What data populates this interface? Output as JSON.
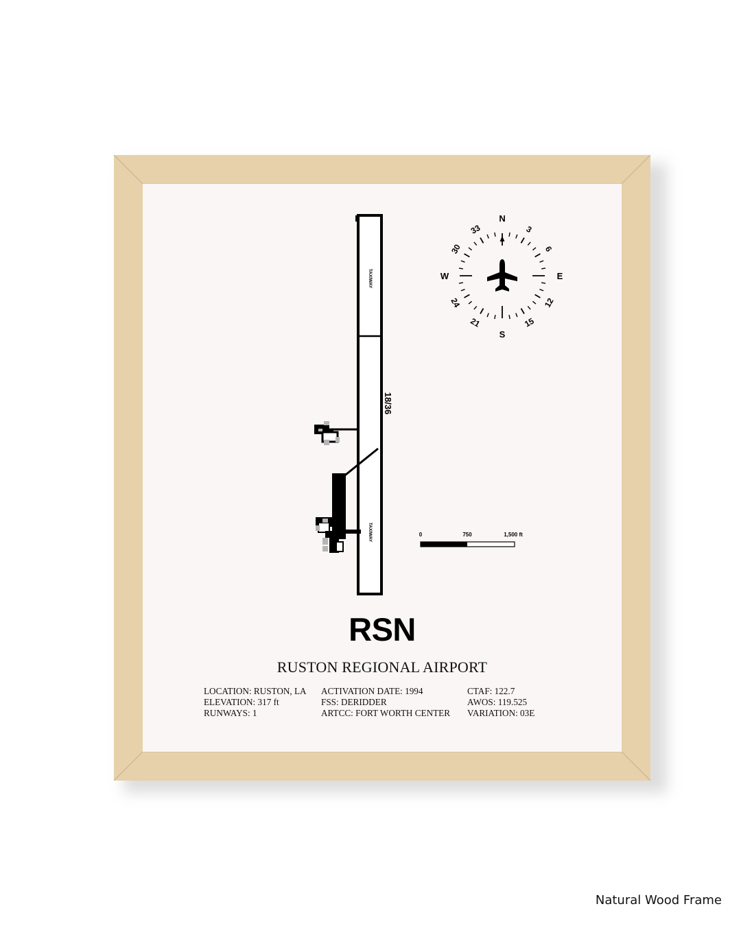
{
  "airport": {
    "code": "RSN",
    "name": "RUSTON REGIONAL AIRPORT",
    "runway_label": "18/36",
    "taxiway_label": "TAXIWAY"
  },
  "info": {
    "col1": [
      "LOCATION: RUSTON, LA",
      "ELEVATION: 317 ft",
      "RUNWAYS: 1"
    ],
    "col2": [
      "ACTIVATION DATE: 1994",
      "FSS: DERIDDER",
      "ARTCC: FORT WORTH CENTER"
    ],
    "col3": [
      "CTAF: 122.7",
      "AWOS: 119.525",
      "VARIATION: 03E"
    ]
  },
  "compass": {
    "n": "N",
    "e": "E",
    "s": "S",
    "w": "W",
    "d3": "3",
    "d6": "6",
    "d12": "12",
    "d15": "15",
    "d21": "21",
    "d24": "24",
    "d30": "30",
    "d33": "33"
  },
  "scale": {
    "zero": "0",
    "mid": "750",
    "max": "1,500 ft"
  },
  "caption": "Natural Wood Frame",
  "colors": {
    "frame": "#e6d1ab",
    "paper": "#faf6f5",
    "ink": "#000000",
    "building_grey": "#b5b5b5"
  },
  "icons": [
    "airplane-icon",
    "north-arrow-icon"
  ]
}
